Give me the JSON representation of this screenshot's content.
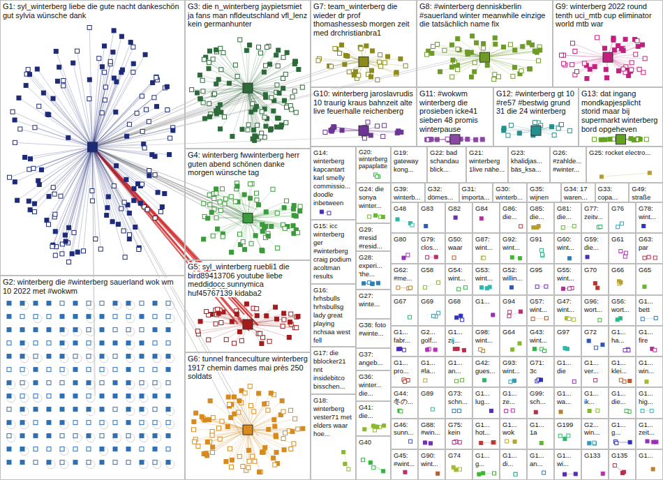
{
  "diagram": {
    "nodes": [
      {
        "text": [
          "G1: syl_winterberg liebe die gute nacht dankeschön gut sylvia wünsche dank"
        ]
      },
      {
        "text": [
          "G2: winterberg die #winterberg sauerland wok wm 10 2022 met #wokwm"
        ]
      },
      {
        "text": [
          "G3: die n_winterberg jaypietsmiet ja fans man nfldeutschland vfl_lenz kein germanhunter"
        ]
      },
      {
        "text": [
          "G4: winterberg fwwinterberg herr guten abend schönen danke morgen wünsche tag"
        ]
      },
      {
        "text": [
          "G5: syl_winterberg ruebli1 die bird89413706 youtube liebe meddidocc sunnymica huf45767139 kidaba2"
        ]
      },
      {
        "text": [
          "G6: tunnel franceculture winterberg 1917 chemin dames mai près 250 soldats"
        ]
      },
      {
        "text": [
          "G7: team_winterberg die wieder dr prof thomashessesb morgen zeit med drchristianbra1"
        ]
      },
      {
        "text": [
          "G8: #winterberg denniskberlin #sauerland winter meanwhile einzige die tatsächlich name fix"
        ]
      },
      {
        "text": [
          "G9: winterberg 2022 round tenth uci_mtb cup eliminator world mtb war"
        ]
      },
      {
        "text": [
          "G10: winterberg jaroslavrudis 10 traurig kraus bahnzeit alte live feuerhalle reichenberg"
        ]
      },
      {
        "text": [
          "G11: #wokwm winterberg die prosieben icke41 sieben 48 promis winterpause"
        ]
      },
      {
        "text": [
          "G12: #winterberg gt 10 #re57 #bestwig grund 31 die 24 winterberg"
        ]
      },
      {
        "text": [
          "G13: dat ingang mondkapjesplicht storid maar bij supermarkt winterberg bord opgeheven"
        ]
      },
      {
        "text": [
          "G14: winterberg kapcantart karl smelly commissio... doodle inbetween"
        ]
      },
      {
        "text": [
          "G15: icc winterberg ger #winterberg craig podium acoltman results"
        ]
      },
      {
        "text": [
          "G16: hrhsbulls hrhsbullsg lady great playing nchsaa west fell"
        ]
      },
      {
        "text": [
          "G17: die bblocker21 nnt insidebitco bisschen..."
        ]
      },
      {
        "text": [
          "G18: winterberg vester71 met elders waar hoe..."
        ]
      },
      {
        "text": [
          "G20: winterberg papaplatte"
        ]
      },
      {
        "text": [
          "G19: gateway kong..."
        ]
      },
      {
        "text": [
          "G22: bad schandau blick..."
        ]
      },
      {
        "text": [
          "G21: winterberg 1live nähe..."
        ]
      },
      {
        "text": [
          "G23: khalidjas... bäs_ksa..."
        ]
      },
      {
        "text": [
          "G26: #zahlde... #winter..."
        ]
      },
      {
        "text": [
          "G25: rocket electro..."
        ]
      },
      {
        "text": [
          "G24: die sonya winter..."
        ]
      },
      {
        "text": [
          "G39: winterb..."
        ]
      },
      {
        "text": [
          "G32: dömes..."
        ]
      },
      {
        "text": [
          "G31: importa..."
        ]
      },
      {
        "text": [
          "G30: winterb..."
        ]
      },
      {
        "text": [
          "G35: wijnen"
        ]
      },
      {
        "text": [
          "G34: 17 waren..."
        ]
      },
      {
        "text": [
          "G33: copa..."
        ]
      },
      {
        "text": [
          "G49: straße"
        ]
      },
      {
        "text": [
          "G29: #resid #resid..."
        ]
      },
      {
        "text": [
          "G28: experi... 'the..."
        ]
      },
      {
        "text": [
          "G27: winte..."
        ]
      },
      {
        "text": [
          "G38: foto #winte..."
        ]
      },
      {
        "text": [
          "G37: angeb..."
        ]
      },
      {
        "text": [
          "G36: winter... die..."
        ]
      },
      {
        "text": [
          "G41: die..."
        ]
      },
      {
        "text": [
          "G40"
        ]
      },
      {
        "text": [
          "G48"
        ]
      },
      {
        "text": [
          "G83"
        ]
      },
      {
        "text": [
          "G82"
        ]
      },
      {
        "text": [
          "G84"
        ]
      },
      {
        "text": [
          "G86: die..."
        ]
      },
      {
        "text": [
          "G85: die..."
        ]
      },
      {
        "text": [
          "G81: die..."
        ]
      },
      {
        "text": [
          "G77: zeitv..."
        ]
      },
      {
        "text": [
          "G76"
        ]
      },
      {
        "text": [
          "G78: wint..."
        ]
      },
      {
        "text": [
          "G80"
        ]
      },
      {
        "text": [
          "G79: clos..."
        ]
      },
      {
        "text": [
          "G50: waar"
        ]
      },
      {
        "text": [
          "G87: wint..."
        ]
      },
      {
        "text": [
          "G92: wint..."
        ]
      },
      {
        "text": [
          "G91"
        ]
      },
      {
        "text": [
          "G60: wint..."
        ]
      },
      {
        "text": [
          "G59: die..."
        ]
      },
      {
        "text": [
          "G61"
        ]
      },
      {
        "text": [
          "G63: par"
        ]
      },
      {
        "text": [
          "G62: #me..."
        ]
      },
      {
        "text": [
          "G58"
        ]
      },
      {
        "text": [
          "G54: wint..."
        ]
      },
      {
        "text": [
          "G53: wint..."
        ]
      },
      {
        "text": [
          "G52: willin..."
        ]
      },
      {
        "text": [
          "G95"
        ]
      },
      {
        "text": [
          "G55: wint..."
        ]
      },
      {
        "text": [
          "G70"
        ]
      },
      {
        "text": [
          "G66"
        ]
      },
      {
        "text": [
          "G65"
        ]
      },
      {
        "text": [
          "G67"
        ]
      },
      {
        "text": [
          "G69"
        ]
      },
      {
        "text": [
          "G68"
        ]
      },
      {
        "text": [
          "G1..."
        ]
      },
      {
        "text": [
          "G94"
        ]
      },
      {
        "text": [
          "G57: wint..."
        ]
      },
      {
        "text": [
          "G47: wint..."
        ]
      },
      {
        "text": [
          "G96: wort..."
        ]
      },
      {
        "text": [
          "G56: wort..."
        ]
      },
      {
        "text": [
          "G1... bett"
        ]
      },
      {
        "text": [
          "G1... fabr..."
        ]
      },
      {
        "text": [
          "G2... golf..."
        ]
      },
      {
        "text": [
          "G1... zij..."
        ]
      },
      {
        "text": [
          "G98: wint..."
        ]
      },
      {
        "text": [
          "G64"
        ]
      },
      {
        "text": [
          "G43: wint..."
        ]
      },
      {
        "text": [
          "G97"
        ]
      },
      {
        "text": [
          "G72"
        ]
      },
      {
        "text": [
          "G1... ha..."
        ]
      },
      {
        "text": [
          "G1... fire"
        ]
      },
      {
        "text": [
          "G1... pro..."
        ]
      },
      {
        "text": [
          "G1... #la..."
        ]
      },
      {
        "text": [
          "G1... an..."
        ]
      },
      {
        "text": [
          "G42: gues..."
        ]
      },
      {
        "text": [
          "G93: wint..."
        ]
      },
      {
        "text": [
          "G71: 3c"
        ]
      },
      {
        "text": [
          "G1... die"
        ]
      },
      {
        "text": [
          "G1... ver..."
        ]
      },
      {
        "text": [
          "G1... klei..."
        ]
      },
      {
        "text": [
          "G1... win..."
        ]
      },
      {
        "text": [
          "G44: 冬の..."
        ]
      },
      {
        "text": [
          "G89"
        ]
      },
      {
        "text": [
          "G73: schn..."
        ]
      },
      {
        "text": [
          "G1... lug..."
        ]
      },
      {
        "text": [
          "G1... ze..."
        ]
      },
      {
        "text": [
          "G99: sch..."
        ]
      },
      {
        "text": [
          "G1... wa..."
        ]
      },
      {
        "text": [
          "G1... ik..."
        ]
      },
      {
        "text": [
          "G1... die..."
        ]
      },
      {
        "text": [
          "G1... hig..."
        ]
      },
      {
        "text": [
          "G46: sunn..."
        ]
      },
      {
        "text": [
          "G88: #win..."
        ]
      },
      {
        "text": [
          "G75: kein"
        ]
      },
      {
        "text": [
          "G1... hot..."
        ]
      },
      {
        "text": [
          "G1... wok"
        ]
      },
      {
        "text": [
          "G1... 1a"
        ]
      },
      {
        "text": [
          "G199"
        ]
      },
      {
        "text": [
          "G2... win..."
        ]
      },
      {
        "text": [
          "G1... g..."
        ]
      },
      {
        "text": [
          "G1... zeit..."
        ]
      },
      {
        "text": [
          "G45: #wint..."
        ]
      },
      {
        "text": [
          "G90: wint..."
        ]
      },
      {
        "text": [
          "G74"
        ]
      },
      {
        "text": [
          "G1... g..."
        ]
      },
      {
        "text": [
          "G1... di..."
        ]
      },
      {
        "text": [
          "G1... an..."
        ]
      },
      {
        "text": [
          "G1... wi..."
        ]
      },
      {
        "text": [
          "G133"
        ]
      },
      {
        "text": [
          "G135"
        ]
      },
      {
        "text": [
          "G1..."
        ]
      }
    ]
  }
}
